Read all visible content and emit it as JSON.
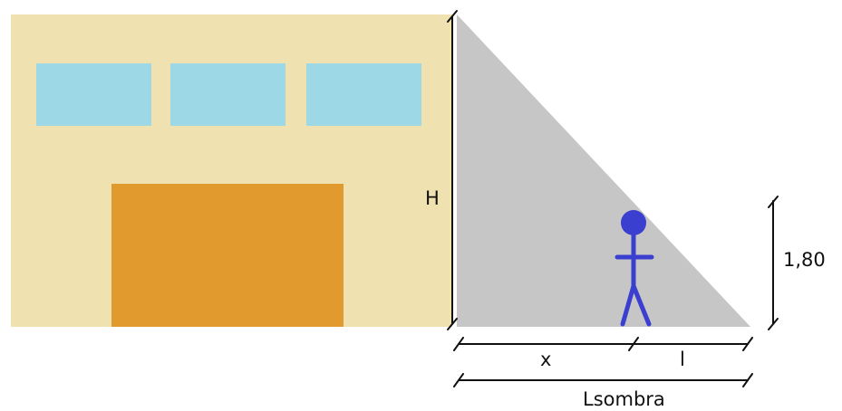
{
  "labels": {
    "height": "H",
    "distance": "x",
    "person_shadow": "l",
    "shadow_length": "Lsombra",
    "person_height": "1,80"
  },
  "colors": {
    "wall": "#f0e2b0",
    "window": "#9dd8e6",
    "door": "#e09a2e",
    "shadow": "#c6c6c6",
    "person": "#3b3fcf",
    "ink": "#111111"
  }
}
